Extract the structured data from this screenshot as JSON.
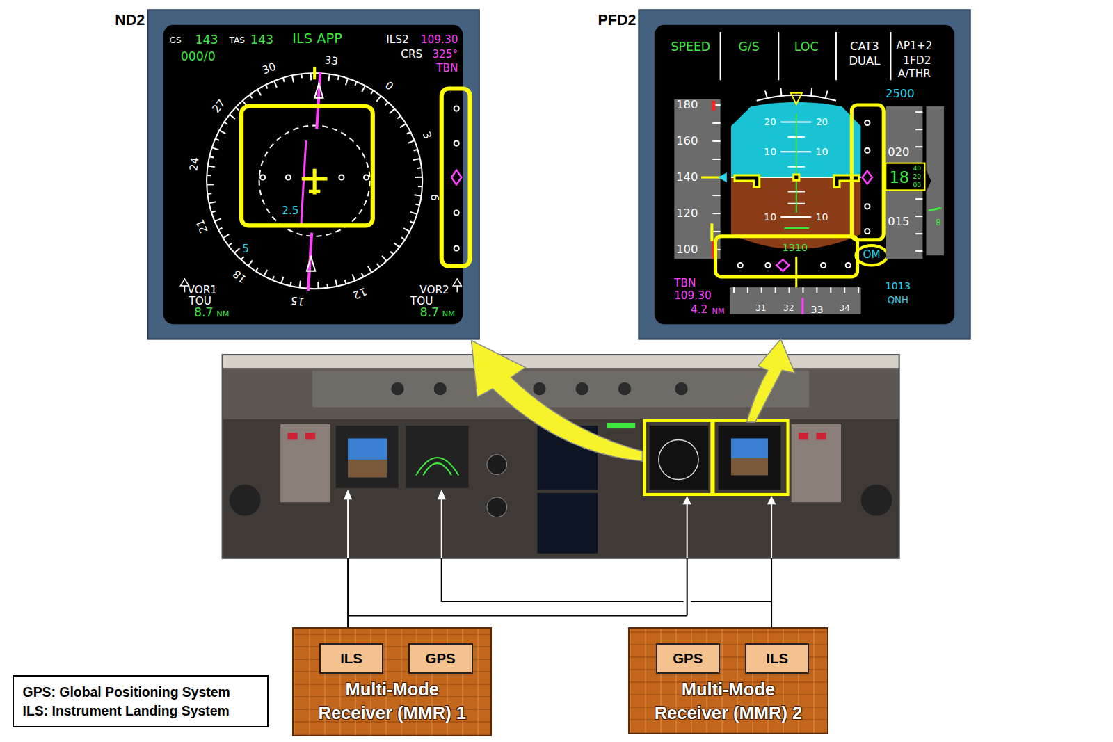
{
  "diagram": {
    "nodes": [
      {
        "text": [
          "ND2"
        ]
      },
      {
        "text": [
          "PFD2"
        ]
      },
      {
        "text": [
          "Multi-Mode Receiver (MMR) 1"
        ]
      },
      {
        "text": [
          "ILS"
        ],
        "in": 2
      },
      {
        "text": [
          "GPS"
        ],
        "in": 2
      },
      {
        "text": [
          "Multi-Mode Receiver (MMR) 2"
        ]
      },
      {
        "text": [
          "GPS"
        ],
        "in": 5
      },
      {
        "text": [
          "ILS"
        ],
        "in": 5
      },
      {
        "text": [
          "GPS: Global Positioning System",
          "ILS: Instrument Landing System"
        ]
      }
    ],
    "labels": [
      "GS",
      "143",
      "TAS",
      "143",
      "ILS APP",
      "ILS2",
      "109.30",
      "000/0",
      "CRS",
      "325°",
      "TBN",
      "30",
      "33",
      "0",
      "3",
      "6",
      "12",
      "15",
      "18",
      "21",
      "24",
      "27",
      "2.5",
      "5",
      "VOR1",
      "TOU",
      "8.7",
      "NM",
      "VOR2",
      "TOU",
      "8.7",
      "NM",
      "SPEED",
      "G/S",
      "LOC",
      "CAT3",
      "DUAL",
      "AP1+2",
      "1FD2",
      "A/THR",
      "2500",
      "180",
      "160",
      "140",
      "120",
      "100",
      "20",
      "20",
      "10",
      "10",
      "10",
      "10",
      "1310",
      "OM",
      "020",
      "18",
      "40",
      "20",
      "00",
      "015",
      "8",
      "TBN",
      "109.30",
      "4.2",
      "NM",
      "31",
      "32",
      "33",
      "34",
      "1013",
      "QNH"
    ]
  }
}
